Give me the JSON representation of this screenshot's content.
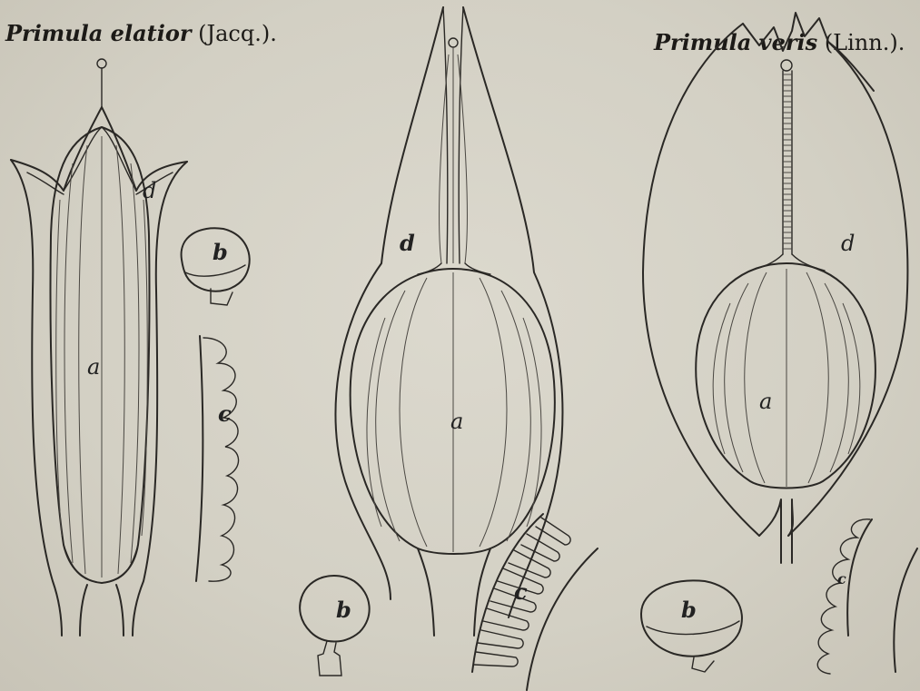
{
  "titles": {
    "left_species": "Primula elatior",
    "left_authority": "(Jacq.).",
    "right_species": "Primula veris",
    "right_authority": "(Linn.)."
  },
  "labels": {
    "a": "a",
    "b": "b",
    "c": "c",
    "d": "d"
  },
  "colors": {
    "paper": "#d6d3c7",
    "ink": "#2a2825"
  }
}
